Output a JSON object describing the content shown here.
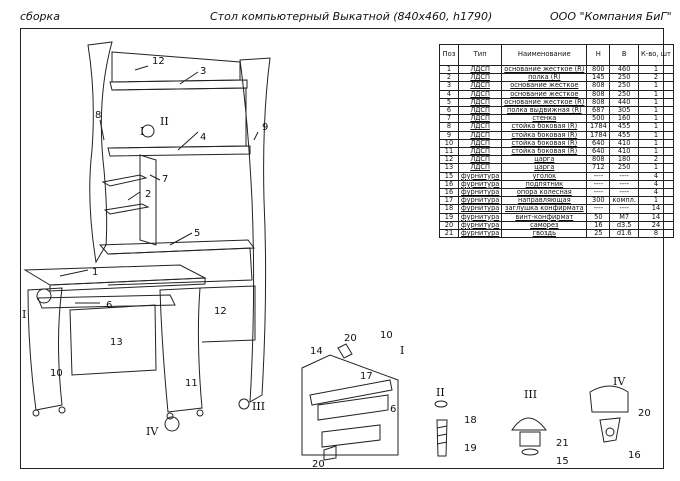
{
  "header": {
    "left": "сборка",
    "title": "Стол компьютерный Выкатной (840x460, h1790)",
    "company": "ООО \"Компания БиГ\""
  },
  "table": {
    "columns": [
      "Поз",
      "Тип",
      "Наименование",
      "Н",
      "В",
      "К-во, шт"
    ],
    "rows": [
      [
        "1",
        "ЛДСП",
        "основание жесткое (R)",
        "800",
        "460",
        "1"
      ],
      [
        "2",
        "ЛДСП",
        "полка (R)",
        "145",
        "250",
        "2"
      ],
      [
        "3",
        "ЛДСП",
        "основание жесткое",
        "808",
        "250",
        "1"
      ],
      [
        "4",
        "ЛДСП",
        "основание жесткое",
        "808",
        "250",
        "1"
      ],
      [
        "5",
        "ЛДСП",
        "основание жесткое (R)",
        "808",
        "440",
        "1"
      ],
      [
        "6",
        "ЛДСП",
        "полка выдвижная (R)",
        "687",
        "305",
        "1"
      ],
      [
        "7",
        "ЛДСП",
        "стенка",
        "500",
        "160",
        "1"
      ],
      [
        "8",
        "ЛДСП",
        "стойка боковая (R)",
        "1784",
        "455",
        "1"
      ],
      [
        "9",
        "ЛДСП",
        "стойка боковая (R)",
        "1784",
        "455",
        "1"
      ],
      [
        "10",
        "ЛДСП",
        "стойка боковая (R)",
        "640",
        "410",
        "1"
      ],
      [
        "11",
        "ЛДСП",
        "стойка боковая (R)",
        "640",
        "410",
        "1"
      ],
      [
        "12",
        "ЛДСП",
        "царга",
        "808",
        "180",
        "2"
      ],
      [
        "13",
        "ЛДСП",
        "царга",
        "712",
        "250",
        "1"
      ],
      [
        "15",
        "фурнитура",
        "уголок",
        "----",
        "----",
        "4"
      ],
      [
        "16",
        "фурнитура",
        "подпятник",
        "----",
        "----",
        "4"
      ],
      [
        "16",
        "фурнитура",
        "опора колесная",
        "----",
        "----",
        "4"
      ],
      [
        "17",
        "фурнитура",
        "направляющая",
        "300",
        "компл.",
        "1"
      ],
      [
        "18",
        "фурнитура",
        "заглушка конфирмата",
        "----",
        "----",
        "14"
      ],
      [
        "19",
        "фурнитура",
        "винт-конфирмат",
        "50",
        "M7",
        "14"
      ],
      [
        "20",
        "фурнитура",
        "саморез",
        "16",
        "d3.5",
        "24"
      ],
      [
        "21",
        "фурнитура",
        "гвоздь",
        "25",
        "d1.6",
        "8"
      ]
    ]
  },
  "drawing": {
    "callouts": [
      "1",
      "2",
      "3",
      "4",
      "5",
      "6",
      "7",
      "8",
      "9",
      "10",
      "11",
      "12",
      "12",
      "13",
      "I",
      "II",
      "III",
      "IV"
    ],
    "detail_labels": {
      "d1": "I",
      "d2": "II",
      "d3": "III",
      "d4": "IV",
      "n14": "14",
      "n20a": "20",
      "n10": "10",
      "n17": "17",
      "n6": "6",
      "n20b": "20",
      "n18": "18",
      "n19": "19",
      "n21": "21",
      "n15": "15",
      "n20c": "20",
      "n16": "16",
      "i_circ": "I"
    }
  }
}
